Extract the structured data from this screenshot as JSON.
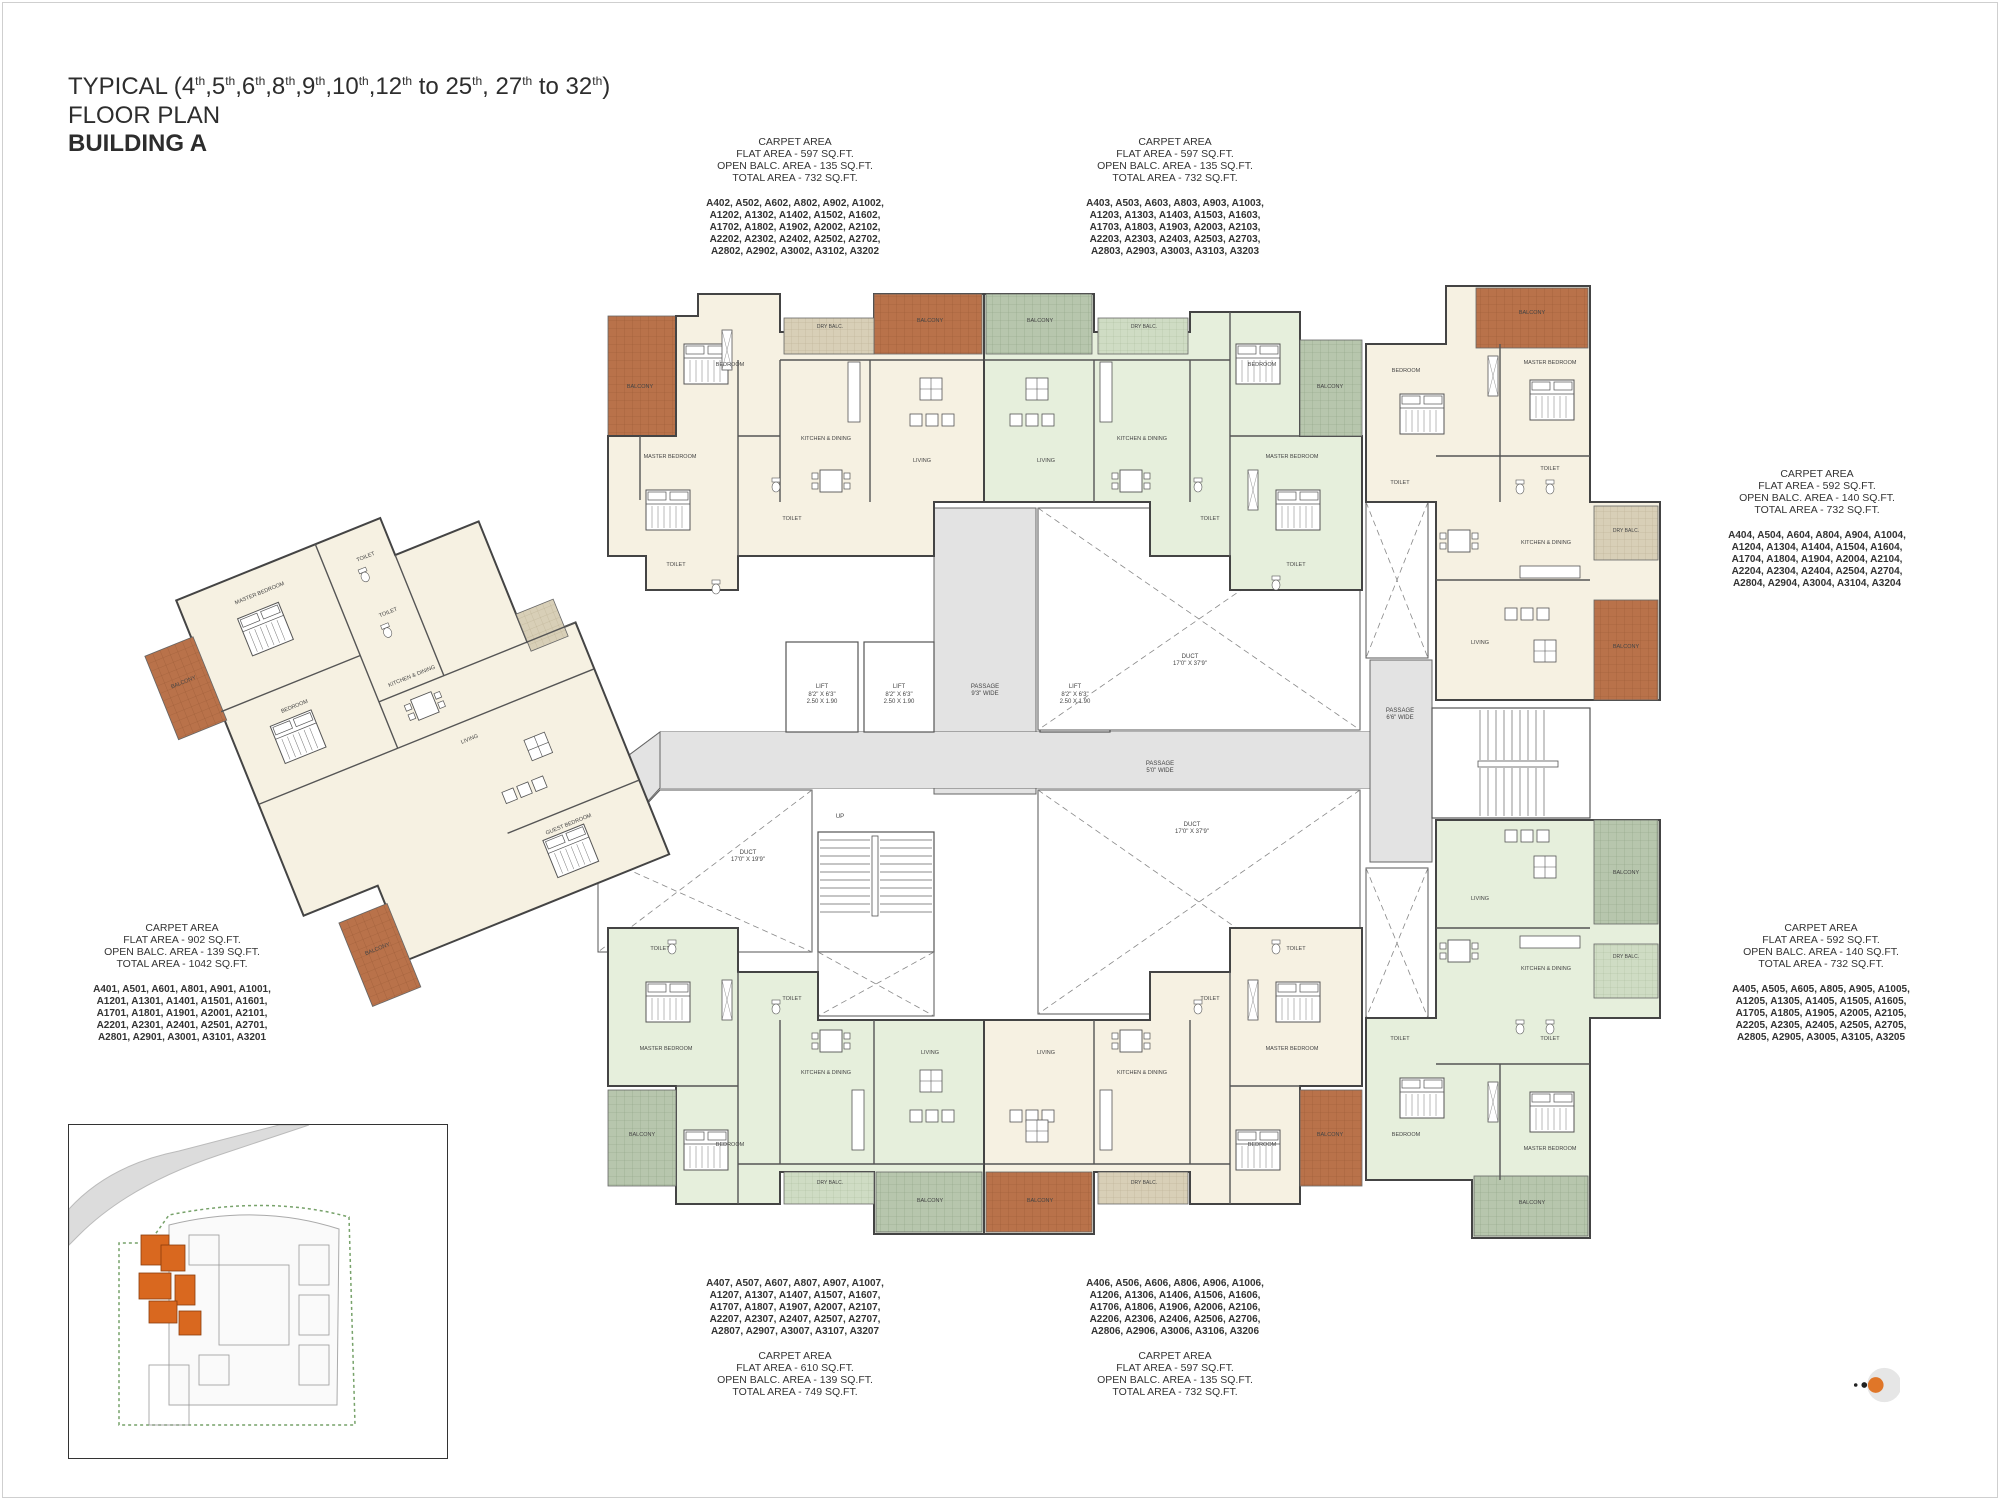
{
  "heading": {
    "line1_prefix": "TYPICAL (4",
    "line1_parts": [
      {
        "n": "4",
        "sup": "th"
      },
      {
        "n": ",5",
        "sup": "th"
      },
      {
        "n": ",6",
        "sup": "th"
      },
      {
        "n": ",8",
        "sup": "th"
      },
      {
        "n": ",9",
        "sup": "th"
      },
      {
        "n": ",10",
        "sup": "th"
      },
      {
        "n": ",12",
        "sup": "th"
      },
      {
        "n": " to 25",
        "sup": "th"
      },
      {
        "n": ", 27",
        "sup": "th"
      },
      {
        "n": " to 32",
        "sup": "th"
      }
    ],
    "line2": "FLOOR PLAN",
    "line3": "BUILDING A"
  },
  "flats": {
    "f02": {
      "carpet": "CARPET AREA",
      "flat_area": "FLAT AREA - 597 SQ.FT.",
      "balc_area": "OPEN BALC. AREA - 135 SQ.FT.",
      "total_area": "TOTAL AREA - 732 SQ.FT.",
      "units": "A402, A502, A602, A802, A902, A1002, A1202, A1302, A1402, A1502, A1602, A1702, A1802, A1902, A2002, A2102, A2202, A2302, A2402, A2502, A2702, A2802, A2902, A3002, A3102, A3202"
    },
    "f03": {
      "carpet": "CARPET AREA",
      "flat_area": "FLAT AREA - 597 SQ.FT.",
      "balc_area": "OPEN BALC. AREA - 135 SQ.FT.",
      "total_area": "TOTAL AREA - 732 SQ.FT.",
      "units": "A403, A503, A603, A803, A903, A1003, A1203, A1303, A1403, A1503, A1603, A1703, A1803, A1903, A2003, A2103, A2203, A2303, A2403, A2503, A2703, A2803, A2903, A3003, A3103, A3203"
    },
    "f04": {
      "carpet": "CARPET AREA",
      "flat_area": "FLAT AREA - 592 SQ.FT.",
      "balc_area": "OPEN BALC. AREA - 140 SQ.FT.",
      "total_area": "TOTAL AREA - 732 SQ.FT.",
      "units": "A404, A504, A604, A804, A904, A1004, A1204, A1304, A1404, A1504, A1604, A1704, A1804, A1904, A2004, A2104, A2204, A2304, A2404, A2504, A2704, A2804, A2904, A3004, A3104, A3204"
    },
    "f05": {
      "carpet": "CARPET AREA",
      "flat_area": "FLAT AREA - 592 SQ.FT.",
      "balc_area": "OPEN BALC. AREA - 140 SQ.FT.",
      "total_area": "TOTAL AREA - 732 SQ.FT.",
      "units": "A405, A505, A605, A805, A905, A1005, A1205, A1305, A1405, A1505, A1605, A1705, A1805, A1905, A2005, A2105, A2205, A2305, A2405, A2505, A2705, A2805, A2905, A3005, A3105, A3205"
    },
    "f01": {
      "carpet": "CARPET AREA",
      "flat_area": "FLAT AREA - 902 SQ.FT.",
      "balc_area": "OPEN BALC. AREA - 139 SQ.FT.",
      "total_area": "TOTAL AREA - 1042 SQ.FT.",
      "units": "A401, A501, A601, A801, A901, A1001, A1201, A1301, A1401, A1501, A1601, A1701, A1801, A1901, A2001, A2101, A2201, A2301, A2401, A2501, A2701, A2801, A2901, A3001, A3101, A3201"
    },
    "f07": {
      "units": "A407, A507, A607, A807, A907, A1007, A1207, A1307, A1407, A1507, A1607, A1707, A1807, A1907, A2007, A2107, A2207, A2307, A2407, A2507, A2707, A2807, A2907, A3007, A3107, A3207",
      "carpet": "CARPET AREA",
      "flat_area": "FLAT AREA - 610 SQ.FT.",
      "balc_area": "OPEN BALC. AREA - 139 SQ.FT.",
      "total_area": "TOTAL AREA - 749 SQ.FT."
    },
    "f06": {
      "units": "A406, A506, A606, A806, A906, A1006, A1206, A1306, A1406, A1506, A1606, A1706, A1806, A1906, A2006, A2106, A2206, A2306, A2406, A2506, A2706, A2806, A2906, A3006, A3106, A3206",
      "carpet": "CARPET AREA",
      "flat_area": "FLAT AREA - 597 SQ.FT.",
      "balc_area": "OPEN BALC. AREA - 135 SQ.FT.",
      "total_area": "TOTAL AREA - 732 SQ.FT."
    }
  },
  "core_labels": {
    "lift": "LIFT",
    "lift1_dim": "8'2\" X 6'3\"",
    "lift1_m": "2.50 X 1.90",
    "lift2_dim": "8'2\" X 6'3\"",
    "lift2_m": "2.50 X 1.90",
    "lift3_dim": "8'2\" X 6'3\"",
    "lift3_m": "2.50 X 1.90",
    "passage": "PASSAGE",
    "passage_v_width": "9'3\" WIDE",
    "passage_h_width": "5'0\" WIDE",
    "passage_r_width": "6'6\" WIDE",
    "duct": "DUCT",
    "duct_dim": "17'0\" X 37'9\"",
    "duct2_dim": "17'0\" X 19'9\"",
    "up": "UP"
  },
  "room_labels": {
    "bedroom": "BEDROOM",
    "master_bedroom": "MASTER BEDROOM",
    "guest_bedroom": "GUEST BEDROOM",
    "kitchen_dining": "KITCHEN & DINING",
    "living": "LIVING",
    "toilet": "TOILET",
    "balcony": "BALCONY",
    "dry_balc": "DRY BALC."
  },
  "colors": {
    "balcony_brown": "#b9724a",
    "balcony_green_tile": "#b7c6ad",
    "dry_balc_beige": "#d8cfb7",
    "flat_cream": "#f6f1e2",
    "flat_green": "#e6efdc",
    "passage_grey": "#e3e3e3",
    "keyplan_orange": "#d9681f",
    "logo_orange": "#e07628"
  }
}
